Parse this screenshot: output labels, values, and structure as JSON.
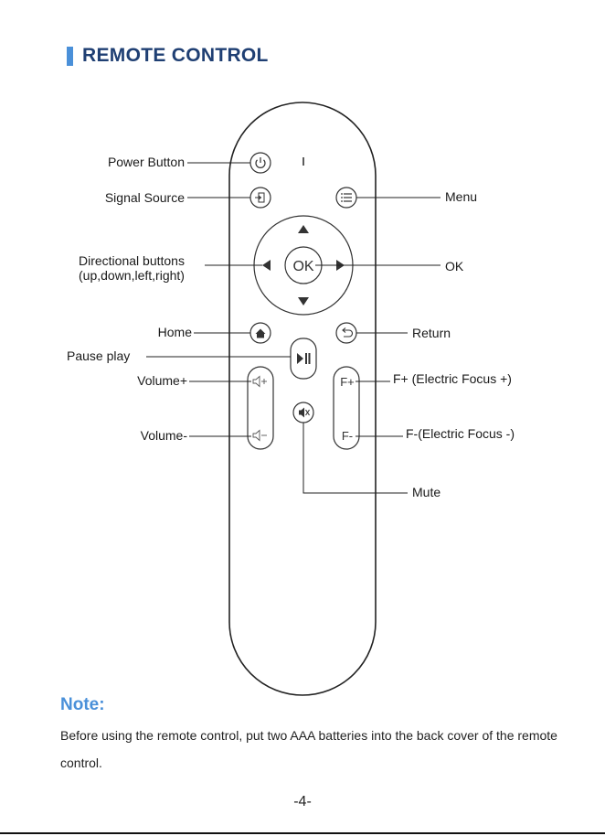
{
  "header": {
    "title": "REMOTE CONTROL",
    "accent_color": "#4a90d9",
    "title_color": "#1f3f73"
  },
  "labels": {
    "power": "Power Button",
    "signal": "Signal Source",
    "directional_1": "Directional buttons",
    "directional_2": "(up,down,left,right)",
    "home": "Home",
    "pause": "Pause play",
    "vol_plus": "Volume+",
    "vol_minus": "Volume-",
    "menu": "Menu",
    "ok": "OK",
    "return": "Return",
    "focus_plus": "F+ (Electric Focus +)",
    "focus_minus": "F-(Electric Focus -)",
    "mute": "Mute"
  },
  "buttons": {
    "ok": "OK",
    "f_plus": "F+",
    "f_minus": "F-"
  },
  "note": {
    "title": "Note:",
    "text": "Before using the remote control, put two AAA batteries into the back cover of the remote control."
  },
  "footer": {
    "page": "-4-"
  }
}
